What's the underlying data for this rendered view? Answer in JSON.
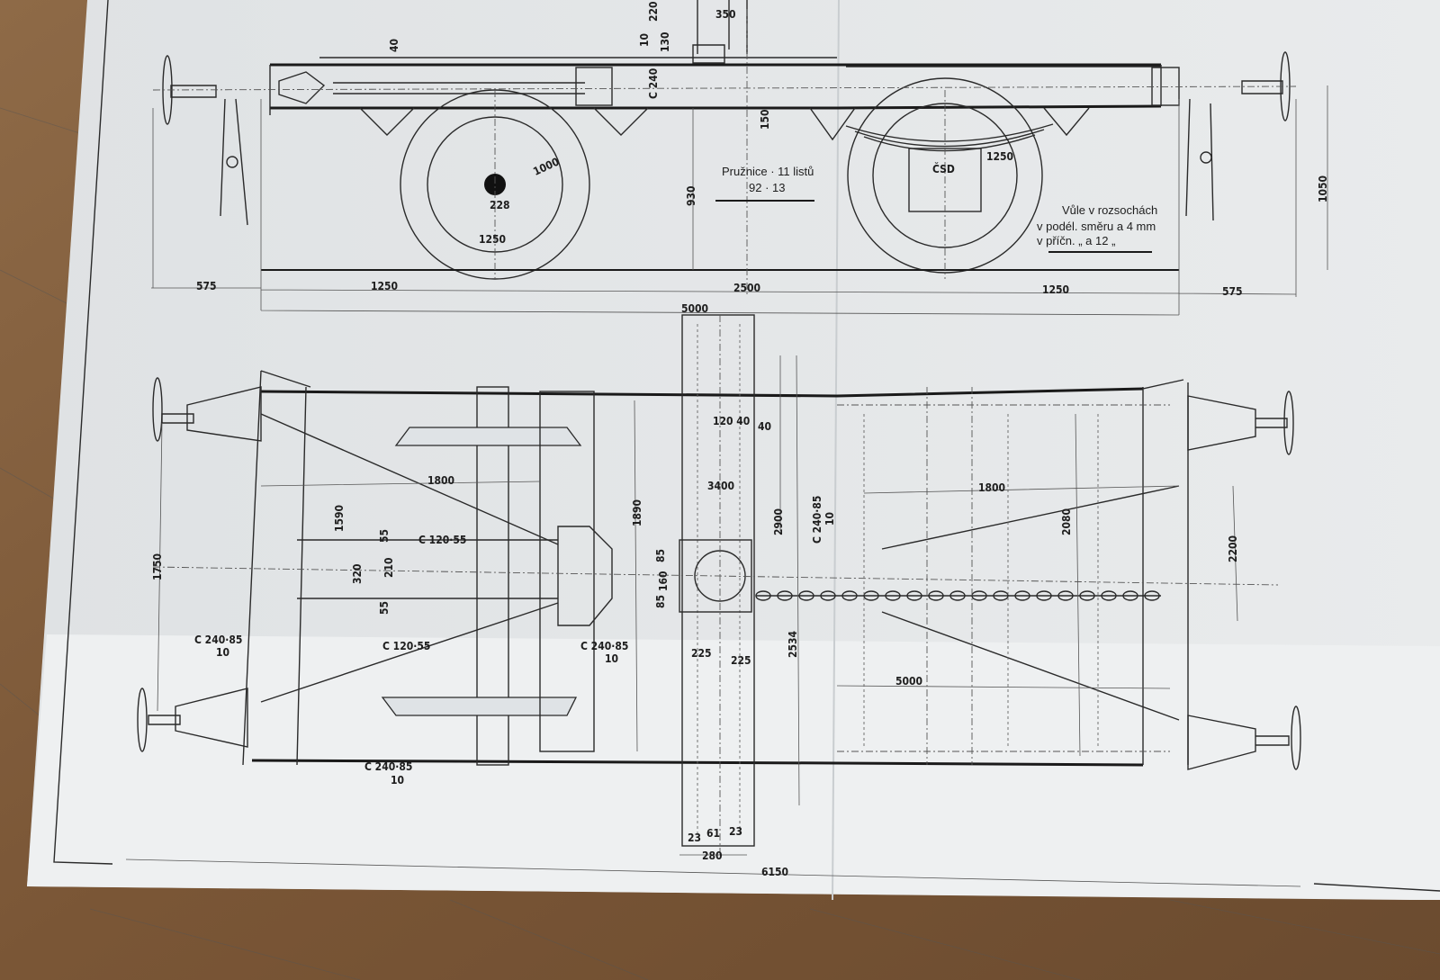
{
  "side_view": {
    "dims": {
      "d40": "40",
      "d10": "10",
      "d220": "220",
      "d130": "130",
      "d350": "350",
      "d240": "C 240",
      "d150": "150",
      "d1000": "1000",
      "d228": "228",
      "d1250_wheel": "1250",
      "d930": "930",
      "d1250_right": "1250",
      "d1050": "1050"
    },
    "spring_note": {
      "line1": "Pružnice · 11 listů",
      "line2": "92 · 13"
    },
    "axlebox_mark": "ČSD",
    "clearance_note": {
      "line1": "Vůle v rozsochách",
      "line2": "v podél. směru   a  4 mm",
      "line3": "v příčn.    „     a  12 „"
    },
    "bottom_dims": {
      "a": "575",
      "b": "1250",
      "c": "2500",
      "d": "1250",
      "e": "575",
      "total": "5000"
    }
  },
  "plan_view": {
    "dims": {
      "d120_40": "120 40",
      "d40": "40",
      "d1800_left": "1800",
      "d1800_right": "1800",
      "d3400": "3400",
      "d1590": "1590",
      "d1890": "1890",
      "d2900": "2900",
      "d2080": "2080",
      "d2200": "2200",
      "d1750": "1750",
      "d55a": "55",
      "d55b": "55",
      "d320": "320",
      "d210": "210",
      "d85a": "85",
      "d160": "160",
      "d85b": "85",
      "d225a": "225",
      "d225b": "225",
      "d2534": "2534",
      "d5000": "5000",
      "d23a": "23",
      "d61": "61",
      "d23b": "23",
      "d280": "280",
      "d6150": "6150"
    },
    "profiles": {
      "c120_upper": "C 120·55",
      "c120_lower": "C 120·55",
      "c240_left": "C 240·85",
      "c240_left_sub": "10",
      "c240_mid": "C 240·85",
      "c240_mid_sub": "10",
      "c240_bottom": "C 240·85",
      "c240_bottom_sub": "10",
      "c240_bolster": "C 240·85",
      "c240_bolster_sub": "10"
    }
  }
}
